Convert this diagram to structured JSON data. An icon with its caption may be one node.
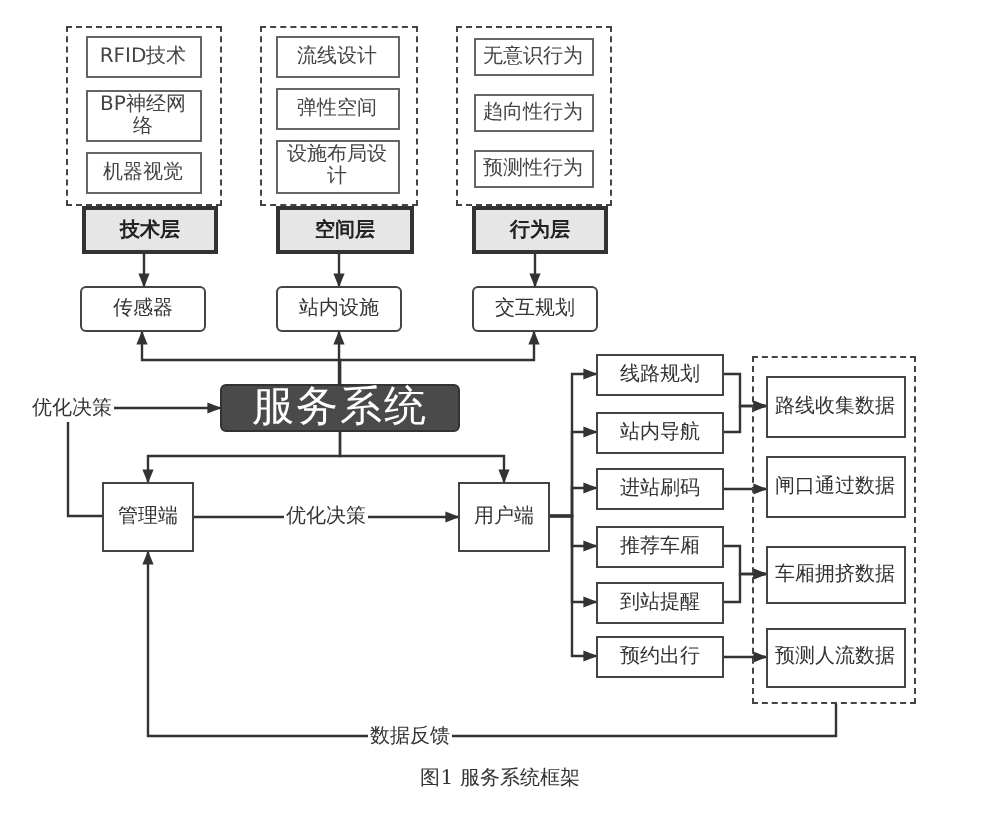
{
  "diagram": {
    "caption": "图1 服务系统框架",
    "nodes": [
      {
        "text": [],
        "shape": "box"
      },
      {
        "text": [
          "RFID技术"
        ],
        "in": 0
      },
      {
        "text": [
          "BP神经网络"
        ],
        "in": 0
      },
      {
        "text": [
          "机器视觉"
        ],
        "in": 0
      },
      {
        "text": [
          "技术层"
        ]
      },
      {
        "text": [],
        "shape": "box"
      },
      {
        "text": [
          "流线设计"
        ],
        "in": 5
      },
      {
        "text": [
          "弹性空间"
        ],
        "in": 5
      },
      {
        "text": [
          "设施布局设计"
        ],
        "in": 5
      },
      {
        "text": [
          "空间层"
        ]
      },
      {
        "text": [],
        "shape": "box"
      },
      {
        "text": [
          "无意识行为"
        ],
        "in": 10
      },
      {
        "text": [
          "趋向性行为"
        ],
        "in": 10
      },
      {
        "text": [
          "预测性行为"
        ],
        "in": 10
      },
      {
        "text": [
          "行为层"
        ]
      },
      {
        "text": [
          "传感器"
        ]
      },
      {
        "text": [
          "站内设施"
        ]
      },
      {
        "text": [
          "交互规划"
        ]
      },
      {
        "text": [
          "服务系统"
        ]
      },
      {
        "text": [
          "管理端"
        ]
      },
      {
        "text": [
          "用户端"
        ]
      },
      {
        "text": [
          "线路规划"
        ]
      },
      {
        "text": [
          "站内导航"
        ]
      },
      {
        "text": [
          "进站刷码"
        ]
      },
      {
        "text": [
          "推荐车厢"
        ]
      },
      {
        "text": [
          "到站提醒"
        ]
      },
      {
        "text": [
          "预约出行"
        ]
      },
      {
        "text": [],
        "shape": "box"
      },
      {
        "text": [
          "路线收集数据"
        ],
        "in": 27
      },
      {
        "text": [
          "闸口通过数据"
        ],
        "in": 27
      },
      {
        "text": [
          "车厢拥挤数据"
        ],
        "in": 27
      },
      {
        "text": [
          "预测人流数据"
        ],
        "in": 27
      }
    ],
    "edges": [
      {
        "from": 4,
        "to": 15,
        "arrow": "to"
      },
      {
        "from": 9,
        "to": 16,
        "arrow": "to"
      },
      {
        "from": 14,
        "to": 17,
        "arrow": "to"
      },
      {
        "from": 18,
        "to": 15,
        "arrow": "to"
      },
      {
        "from": 18,
        "to": 16,
        "arrow": "to"
      },
      {
        "from": 18,
        "to": 17,
        "arrow": "to"
      },
      {
        "from": 19,
        "to": 18,
        "arrow": "to",
        "label": "优化决策"
      },
      {
        "from": 18,
        "to": 19,
        "arrow": "to"
      },
      {
        "from": 18,
        "to": 20,
        "arrow": "to"
      },
      {
        "from": 19,
        "to": 20,
        "arrow": "to",
        "label": "优化决策"
      },
      {
        "from": 20,
        "to": 21,
        "arrow": "to"
      },
      {
        "from": 20,
        "to": 22,
        "arrow": "to"
      },
      {
        "from": 20,
        "to": 23,
        "arrow": "to"
      },
      {
        "from": 20,
        "to": 24,
        "arrow": "to"
      },
      {
        "from": 20,
        "to": 25,
        "arrow": "to"
      },
      {
        "from": 20,
        "to": 26,
        "arrow": "to"
      },
      {
        "from": 21,
        "to": 28,
        "arrow": "to"
      },
      {
        "from": 22,
        "to": 28,
        "arrow": "to"
      },
      {
        "from": 23,
        "to": 29,
        "arrow": "to"
      },
      {
        "from": 24,
        "to": 30,
        "arrow": "to"
      },
      {
        "from": 25,
        "to": 30,
        "arrow": "to"
      },
      {
        "from": 26,
        "to": 31,
        "arrow": "to"
      },
      {
        "from": 27,
        "to": 19,
        "arrow": "to",
        "label": "数据反馈"
      }
    ]
  }
}
